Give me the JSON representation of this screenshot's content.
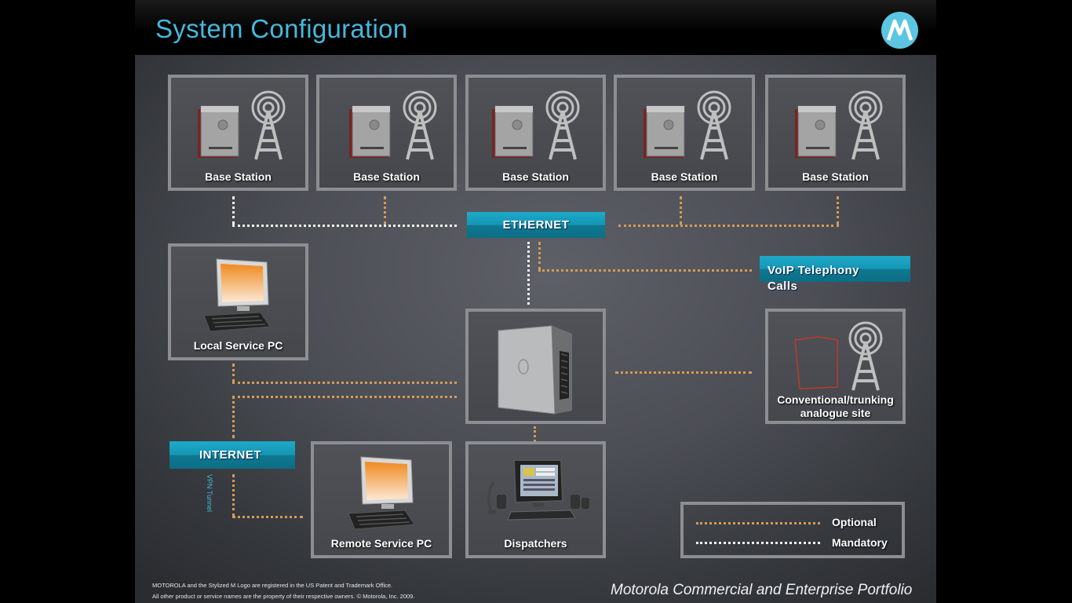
{
  "slide": {
    "title": "System Configuration",
    "logo_icon": "motorola-batwing-logo",
    "accent_color": "#46b8dc"
  },
  "nodes": {
    "base_stations": [
      "Base Station",
      "Base Station",
      "Base Station",
      "Base Station",
      "Base Station"
    ],
    "local_service_pc": "Local Service PC",
    "remote_service_pc": "Remote Service PC",
    "dispatchers": "Dispatchers",
    "analogue_site": "Conventional/trunking analogue site"
  },
  "networks": {
    "ethernet": "ETHERNET",
    "internet": "INTERNET",
    "voip": "VoIP Telephony Calls",
    "vpn_tunnel": "VPN Tunnel"
  },
  "legend": {
    "optional": "Optional",
    "mandatory": "Mandatory",
    "optional_color": "#d89a55",
    "mandatory_color": "#f2f2f2"
  },
  "footer": {
    "trademark_line1": "MOTOROLA and the Stylized M Logo are registered in the US Patent and Trademark Office.",
    "trademark_line2": "All other product or service names are the property of their respective owners.  © Motorola, Inc. 2009.",
    "portfolio": "Motorola Commercial and Enterprise Portfolio"
  }
}
